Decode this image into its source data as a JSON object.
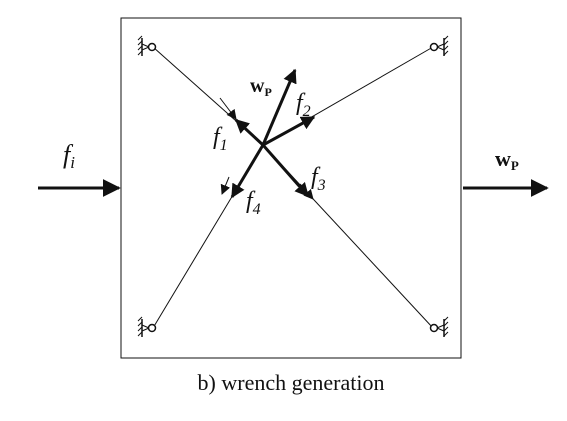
{
  "caption": "b) wrench generation",
  "input": {
    "symbol": "f",
    "subscript": "i"
  },
  "output": {
    "symbol": "w",
    "subscript": "P"
  },
  "center_wrench": {
    "symbol": "w",
    "subscript": "P"
  },
  "forces": [
    {
      "symbol": "f",
      "subscript": "1"
    },
    {
      "symbol": "f",
      "subscript": "2"
    },
    {
      "symbol": "f",
      "subscript": "3"
    },
    {
      "symbol": "f",
      "subscript": "4"
    }
  ]
}
